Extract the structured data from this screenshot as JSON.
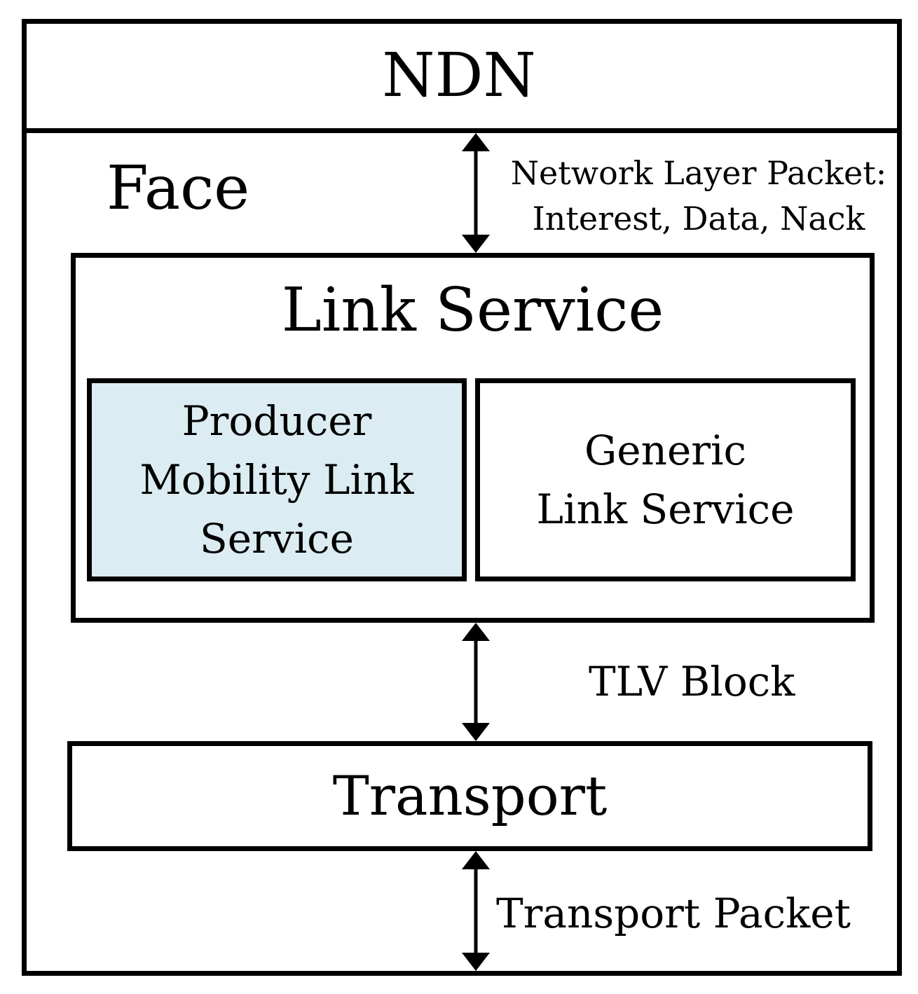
{
  "ndn": {
    "label": "NDN"
  },
  "face": {
    "label": "Face"
  },
  "network_packet": {
    "line1": "Network Layer Packet:",
    "line2": "Interest, Data, Nack"
  },
  "link_service": {
    "title": "Link Service",
    "producer_mobility": "Producer\nMobility Link\nService",
    "generic": "Generic\nLink Service",
    "producer_fill": "#dbecf2"
  },
  "tlv": {
    "label": "TLV Block"
  },
  "transport": {
    "label": "Transport"
  },
  "transport_packet": {
    "label": "Transport Packet"
  }
}
